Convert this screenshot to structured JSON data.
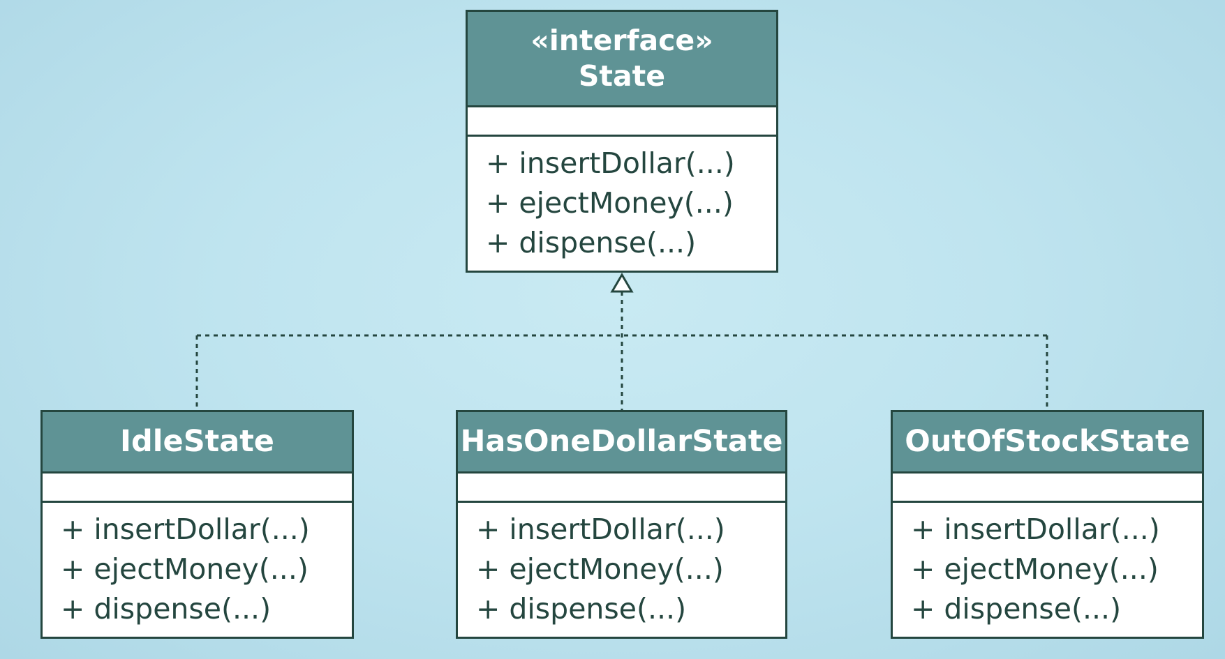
{
  "interface": {
    "stereotype": "«interface»",
    "name": "State",
    "methods": [
      "+ insertDollar(...)",
      "+ ejectMoney(...)",
      "+ dispense(...)"
    ]
  },
  "implementations": [
    {
      "name": "IdleState",
      "methods": [
        "+ insertDollar(...)",
        "+ ejectMoney(...)",
        "+ dispense(...)"
      ]
    },
    {
      "name": "HasOneDollarState",
      "methods": [
        "+ insertDollar(...)",
        "+ ejectMoney(...)",
        "+ dispense(...)"
      ]
    },
    {
      "name": "OutOfStockState",
      "methods": [
        "+ insertDollar(...)",
        "+ ejectMoney(...)",
        "+ dispense(...)"
      ]
    }
  ],
  "colors": {
    "background": "#bfe4ef",
    "header_fill": "#5f9395",
    "border": "#24463f",
    "text": "#24463f",
    "header_text": "#ffffff"
  }
}
